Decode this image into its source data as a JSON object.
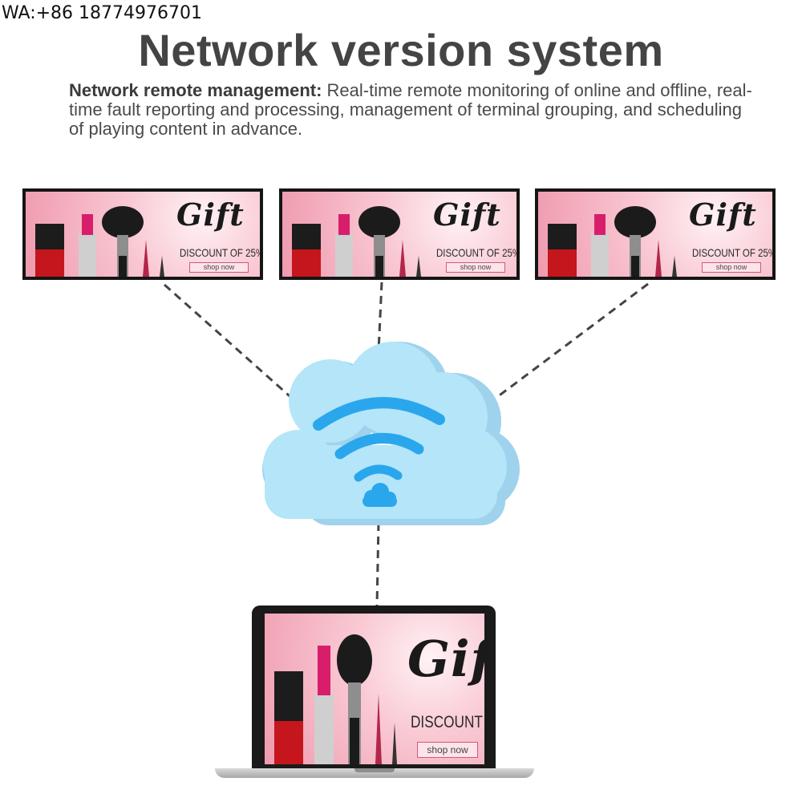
{
  "contact": "WA:+86 18774976701",
  "title": "Network version system",
  "description": {
    "label": "Network remote management:",
    "text": " Real-time remote monitoring of online and offline, real-time fault reporting and processing, management of terminal grouping, and scheduling of playing content in advance."
  },
  "advert": {
    "headline": "Gift",
    "discount": "DISCOUNT OF 25%",
    "button": "shop now"
  },
  "colors": {
    "cloud": "#aee3f7",
    "wifi": "#2aa7ec",
    "connector": "#444444"
  },
  "icons": [
    "cloud-icon",
    "wifi-icon",
    "laptop-icon"
  ]
}
